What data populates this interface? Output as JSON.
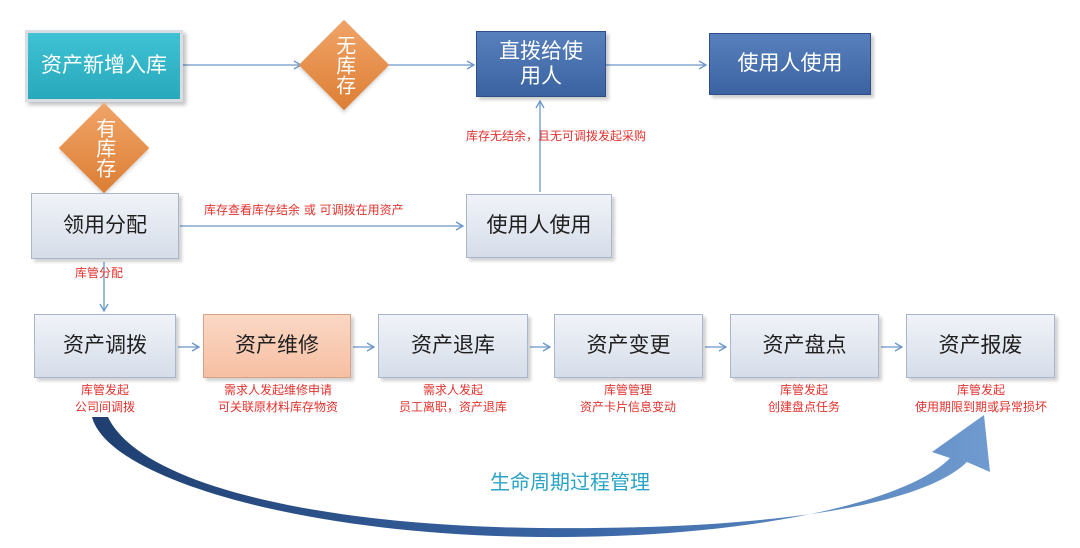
{
  "colors": {
    "teal_box": "#2fb4c7",
    "dark_blue_box": "#4a72b0",
    "light_box": "#dfe5ee",
    "peach_box": "#f9cbb3",
    "diamond": "#e58d45",
    "connector": "#6a96c8",
    "annotation_red": "#e0322e",
    "lifecycle_text": "#2ba3c4",
    "swoosh": "#2f5a94"
  },
  "boxes": {
    "new_asset": "资产新增入库",
    "direct_allocate": "直拨给使用人",
    "user_use_top": "使用人使用",
    "receive_allocate": "领用分配",
    "user_use_mid": "使用人使用"
  },
  "diamonds": {
    "no_stock": "无库存",
    "has_stock": "有库存"
  },
  "labels": {
    "no_surplus": "库存无结余，且无可调拨发起采购",
    "check_surplus": "库存查看库存结余 或 可调拨在用资产",
    "manager_allocate": "库管分配"
  },
  "stages": [
    {
      "title": "资产调拨",
      "note1": "库管发起",
      "note2": "公司间调拨"
    },
    {
      "title": "资产维修",
      "note1": "需求人发起维修申请",
      "note2": "可关联原材料库存物资"
    },
    {
      "title": "资产退库",
      "note1": "需求人发起",
      "note2": "员工离职，资产退库"
    },
    {
      "title": "资产变更",
      "note1": "库管管理",
      "note2": "资产卡片信息变动"
    },
    {
      "title": "资产盘点",
      "note1": "库管发起",
      "note2": "创建盘点任务"
    },
    {
      "title": "资产报废",
      "note1": "库管发起",
      "note2": "使用期限到期或异常损坏"
    }
  ],
  "lifecycle_label": "生命周期过程管理"
}
